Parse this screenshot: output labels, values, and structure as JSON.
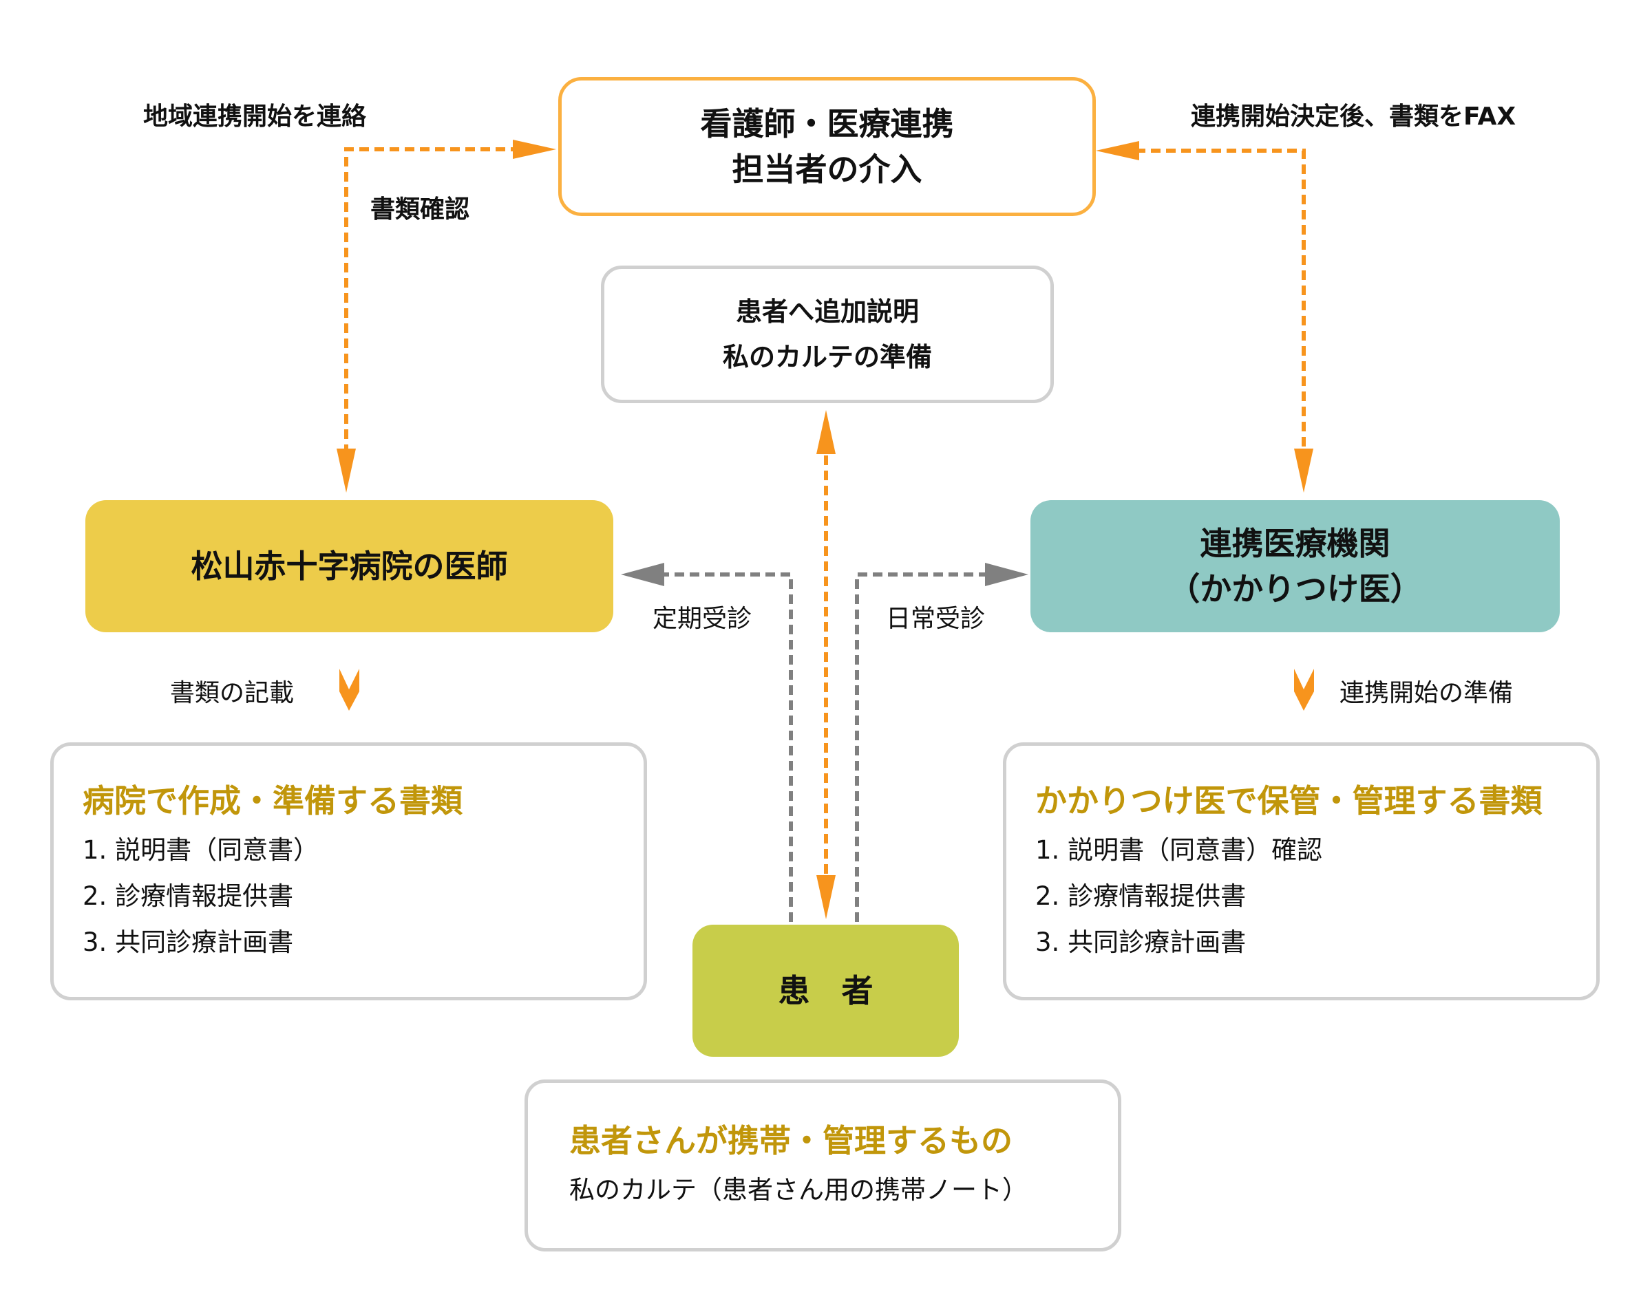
{
  "colors": {
    "arrow_orange": "#F7941D",
    "arrow_gray": "#808080",
    "nurse_box_border": "#FBB040",
    "info_box_border": "#D0D0D0",
    "hospital_doctor_fill": "#EDCC4A",
    "partner_clinic_fill": "#8FC9C4",
    "patient_fill": "#C8CD4A",
    "doc_title": "#C1960A"
  },
  "nodes": {
    "nurse": {
      "line1": "看護師・医療連携",
      "line2": "担当者の介入"
    },
    "explain": {
      "line1": "患者へ追加説明",
      "line2": "私のカルテの準備"
    },
    "hospital_doctor": {
      "label": "松山赤十字病院の医師"
    },
    "partner_clinic": {
      "line1": "連携医療機関",
      "line2": "（かかりつけ医）"
    },
    "patient": {
      "label": "患　者"
    }
  },
  "edge_labels": {
    "contact_start": "地域連携開始を連絡",
    "doc_check": "書類確認",
    "fax_docs": "連携開始決定後、書類をFAX",
    "regular_visit": "定期受診",
    "daily_visit": "日常受診",
    "write_docs": "書類の記載",
    "prepare_start": "連携開始の準備"
  },
  "hospital_docs": {
    "title": "病院で作成・準備する書類",
    "items": [
      "1. 説明書（同意書）",
      "2. 診療情報提供書",
      "3. 共同診療計画書"
    ]
  },
  "clinic_docs": {
    "title": "かかりつけ医で保管・管理する書類",
    "items": [
      "1. 説明書（同意書）確認",
      "2. 診療情報提供書",
      "3. 共同診療計画書"
    ]
  },
  "patient_items": {
    "title": "患者さんが携帯・管理するもの",
    "items": [
      "私のカルテ（患者さん用の携帯ノート）"
    ]
  }
}
